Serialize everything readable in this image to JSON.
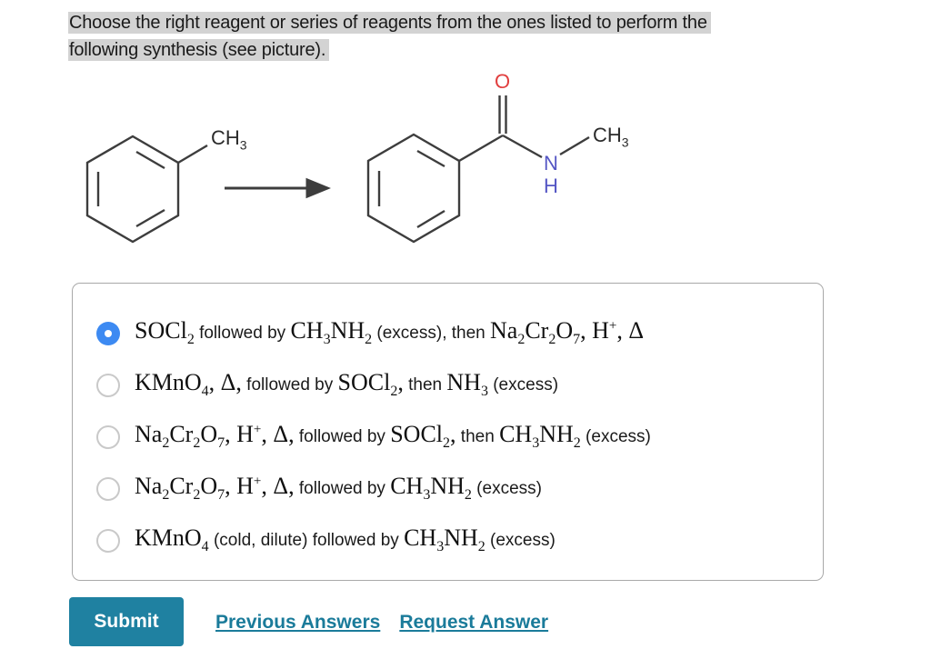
{
  "question": {
    "lines": [
      "Choose the right reagent or series of reagents from the ones listed to perform the",
      "following synthesis (see picture)."
    ],
    "highlight_color": "#d3d3d3"
  },
  "figure": {
    "reactant_ch3": {
      "base": "CH",
      "sub": "3"
    },
    "product_o": "O",
    "product_n": "N",
    "product_h": "H",
    "product_ch3": {
      "base": "CH",
      "sub": "3"
    },
    "colors": {
      "bond": "#3d3d3d",
      "oxygen": "#e13e3e",
      "nitrogen": "#5456c4"
    }
  },
  "answers": {
    "selected_index": 0,
    "options": [
      {
        "tokens": [
          {
            "k": "c",
            "b": "SOCl",
            "sub": "2"
          },
          {
            "k": "t",
            "b": " followed by "
          },
          {
            "k": "c",
            "b": "CH",
            "sub": "3"
          },
          {
            "k": "c",
            "b": "NH",
            "sub": "2"
          },
          {
            "k": "t",
            "b": " (excess), then "
          },
          {
            "k": "c",
            "b": "Na",
            "sub": "2"
          },
          {
            "k": "c",
            "b": "Cr",
            "sub": "2"
          },
          {
            "k": "c",
            "b": "O",
            "sub": "7"
          },
          {
            "k": "c",
            "b": ", H",
            "sup": "+"
          },
          {
            "k": "c",
            "b": ", Δ"
          }
        ]
      },
      {
        "tokens": [
          {
            "k": "c",
            "b": "KMnO",
            "sub": "4"
          },
          {
            "k": "c",
            "b": ", Δ,"
          },
          {
            "k": "t",
            "b": " followed by "
          },
          {
            "k": "c",
            "b": "SOCl",
            "sub": "2"
          },
          {
            "k": "c",
            "b": ","
          },
          {
            "k": "t",
            "b": " then "
          },
          {
            "k": "c",
            "b": "NH",
            "sub": "3"
          },
          {
            "k": "t",
            "b": " (excess)"
          }
        ]
      },
      {
        "tokens": [
          {
            "k": "c",
            "b": "Na",
            "sub": "2"
          },
          {
            "k": "c",
            "b": "Cr",
            "sub": "2"
          },
          {
            "k": "c",
            "b": "O",
            "sub": "7"
          },
          {
            "k": "c",
            "b": ", H",
            "sup": "+"
          },
          {
            "k": "c",
            "b": ", Δ,"
          },
          {
            "k": "t",
            "b": " followed by "
          },
          {
            "k": "c",
            "b": "SOCl",
            "sub": "2"
          },
          {
            "k": "c",
            "b": ","
          },
          {
            "k": "t",
            "b": " then "
          },
          {
            "k": "c",
            "b": "CH",
            "sub": "3"
          },
          {
            "k": "c",
            "b": "NH",
            "sub": "2"
          },
          {
            "k": "t",
            "b": " (excess)"
          }
        ]
      },
      {
        "tokens": [
          {
            "k": "c",
            "b": "Na",
            "sub": "2"
          },
          {
            "k": "c",
            "b": "Cr",
            "sub": "2"
          },
          {
            "k": "c",
            "b": "O",
            "sub": "7"
          },
          {
            "k": "c",
            "b": ", H",
            "sup": "+"
          },
          {
            "k": "c",
            "b": ", Δ,"
          },
          {
            "k": "t",
            "b": " followed by "
          },
          {
            "k": "c",
            "b": "CH",
            "sub": "3"
          },
          {
            "k": "c",
            "b": "NH",
            "sub": "2"
          },
          {
            "k": "t",
            "b": " (excess)"
          }
        ]
      },
      {
        "tokens": [
          {
            "k": "c",
            "b": "KMnO",
            "sub": "4"
          },
          {
            "k": "t",
            "b": " (cold, dilute) followed by "
          },
          {
            "k": "c",
            "b": "CH",
            "sub": "3"
          },
          {
            "k": "c",
            "b": "NH",
            "sub": "2"
          },
          {
            "k": "t",
            "b": " (excess)"
          }
        ]
      }
    ]
  },
  "actions": {
    "submit": "Submit",
    "links": [
      "Previous Answers",
      "Request Answer"
    ]
  },
  "colors": {
    "accent": "#1f81a1",
    "link": "#1a7b9a",
    "radio_selected": "#3d8af2"
  }
}
